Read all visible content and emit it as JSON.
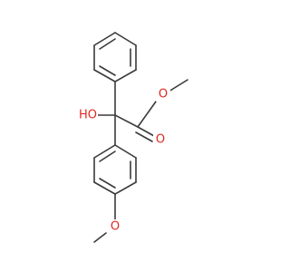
{
  "molecule": {
    "bond_color": "#3a3a3a",
    "oxygen_color": "#e0281e",
    "atoms": {
      "ho": "HO",
      "ester_o": "O",
      "carbonyl_o": "O",
      "ether_o": "O"
    }
  }
}
